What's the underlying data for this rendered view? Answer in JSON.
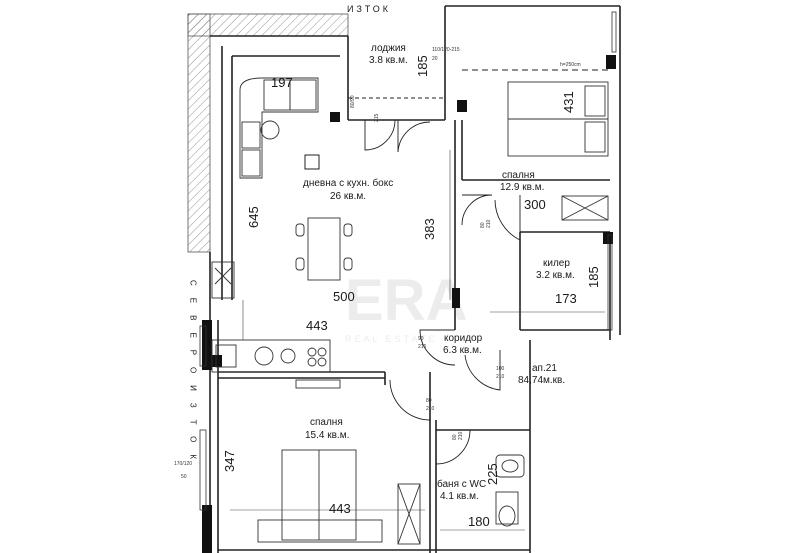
{
  "compass": {
    "top": "ИЗТОК",
    "left": "СЕВЕРОИЗТОК"
  },
  "rooms": {
    "loggia": {
      "name": "лоджия",
      "area": "3.8 кв.м."
    },
    "living": {
      "name": "дневна с кухн. бокс",
      "area": "26 кв.м."
    },
    "bedroom1": {
      "name": "спалня",
      "area": "12.9 кв.м."
    },
    "closet": {
      "name": "килер",
      "area": "3.2 кв.м."
    },
    "corridor": {
      "name": "коридор",
      "area": "6.3 кв.м."
    },
    "bedroom2": {
      "name": "спалня",
      "area": "15.4 кв.м."
    },
    "bath": {
      "name": "баня с WC",
      "area": "4.1 кв.м."
    }
  },
  "apartment": {
    "number": "ап.21",
    "area": "84,74м.кв."
  },
  "dimensions": {
    "d197": "197",
    "d185a": "185",
    "d645": "645",
    "d500": "500",
    "d443a": "443",
    "d383": "383",
    "d431": "431",
    "d300": "300",
    "d185b": "185",
    "d173": "173",
    "d347": "347",
    "d443b": "443",
    "d225": "225",
    "d180": "180"
  },
  "small_notes": {
    "n1": "110/120-215",
    "n2": "20",
    "n3": "h=250cm",
    "n4": "80/90",
    "n5": "215",
    "n6": "80",
    "n7": "210",
    "n8": "90",
    "n9": "216",
    "n10": "100",
    "n11": "210",
    "n12": "80",
    "n13": "210",
    "n14": "80",
    "n15": "210",
    "n16": "170/120",
    "n17": "50"
  },
  "watermark": {
    "logo": "ERA",
    "sub": "REAL ESTATE"
  }
}
